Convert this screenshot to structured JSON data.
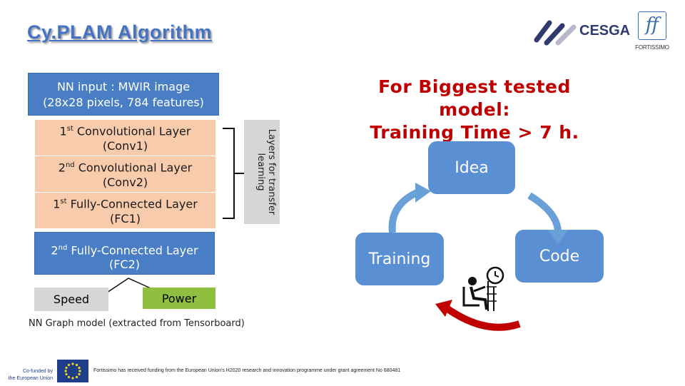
{
  "title": "Cy.PLAM Algorithm",
  "logos": {
    "cesga": "CESGA",
    "fortissimo": "FORTISSIMO",
    "eu": [
      "Co-funded by",
      "the European Union"
    ]
  },
  "nn_input": [
    "NN input : MWIR image",
    "(28x28 pixels, 784 features)"
  ],
  "layers": [
    {
      "ord": "1",
      "sup": "st",
      "name": " Convolutional Layer",
      "abbr": "(Conv1)"
    },
    {
      "ord": "2",
      "sup": "nd",
      "name": " Convolutional Layer",
      "abbr": "(Conv2)"
    },
    {
      "ord": "1",
      "sup": "st",
      "name": " Fully-Connected Layer",
      "abbr": "(FC1)"
    }
  ],
  "fc2": {
    "ord": "2",
    "sup": "nd",
    "name": " Fully-Connected Layer",
    "abbr": "(FC2)"
  },
  "transfer_label": [
    "Layers for transfer",
    "learning"
  ],
  "outputs": {
    "speed": "Speed",
    "power": "Power"
  },
  "caption": "NN Graph model (extracted from Tensorboard)",
  "biggest_model": [
    "For Biggest tested model:",
    "Training Time > 7 h."
  ],
  "cycle": {
    "idea": "Idea",
    "training": "Training",
    "code": "Code"
  },
  "footer": "Fortissimo has received funding from the European Union's H2020 research and innovation programme under grant agreement No 680481",
  "colors": {
    "title": "#4472c4",
    "blue": "#4a7ec4",
    "peach": "#f8cbad",
    "red": "#c00000",
    "green": "#8fbf3f"
  }
}
